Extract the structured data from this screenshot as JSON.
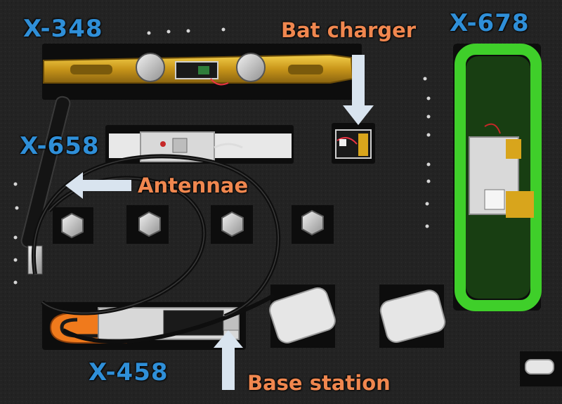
{
  "labels": {
    "x348": "X-348",
    "x658": "X-658",
    "x678": "X-678",
    "x458": "X-458",
    "bat_charger": "Bat charger",
    "antennae": "Antennae",
    "base_station": "Base station"
  },
  "colors": {
    "foam": "#232323",
    "label_blue": "#2f8fd8",
    "label_orange": "#f0874f",
    "arrow": "#d9e4ef",
    "gold_tag": "#d8a51c",
    "green_tag": "#3fcf2a",
    "orange_tag": "#f07a1c"
  },
  "icons": {
    "pointer_arrows": "arrow-icon"
  }
}
